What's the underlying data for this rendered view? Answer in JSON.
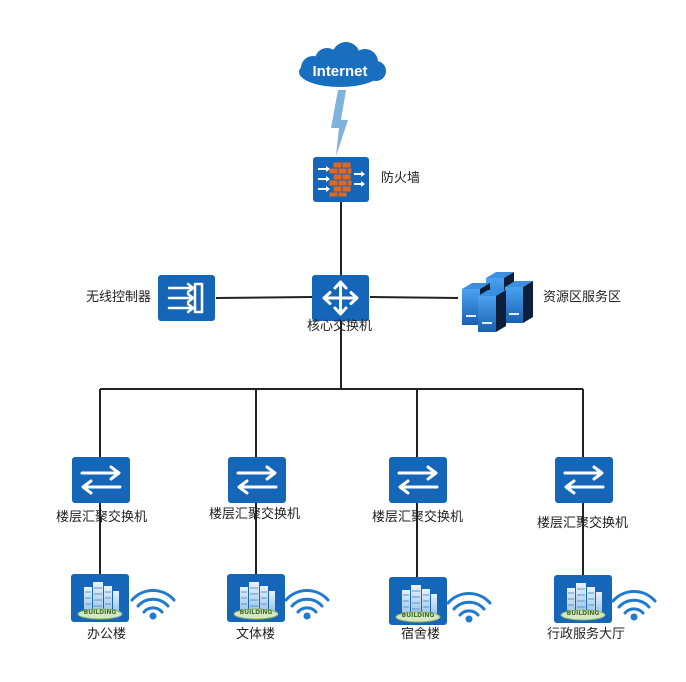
{
  "internet": {
    "label": "Internet"
  },
  "firewall": {
    "label": "防火墙"
  },
  "core": {
    "label": "核心交换机"
  },
  "wlc": {
    "label": "无线控制器"
  },
  "resources": {
    "label": "资源区服务区"
  },
  "aggregation": [
    {
      "label": "楼层汇聚交换机"
    },
    {
      "label": "楼层汇聚交换机"
    },
    {
      "label": "楼层汇聚交换机"
    },
    {
      "label": "楼层汇聚交换机"
    }
  ],
  "buildings": [
    {
      "label": "办公楼",
      "sign": "BUILDING"
    },
    {
      "label": "文体楼",
      "sign": "BUILDING"
    },
    {
      "label": "宿舍楼",
      "sign": "BUILDING"
    },
    {
      "label": "行政服务大厅",
      "sign": "BUILDING"
    }
  ],
  "colors": {
    "device_blue": "#1565b8",
    "cloud_blue": "#1a6ec0",
    "bolt": "#7fb2dc",
    "firewall_orange": "#e2671e",
    "line": "#222222"
  }
}
